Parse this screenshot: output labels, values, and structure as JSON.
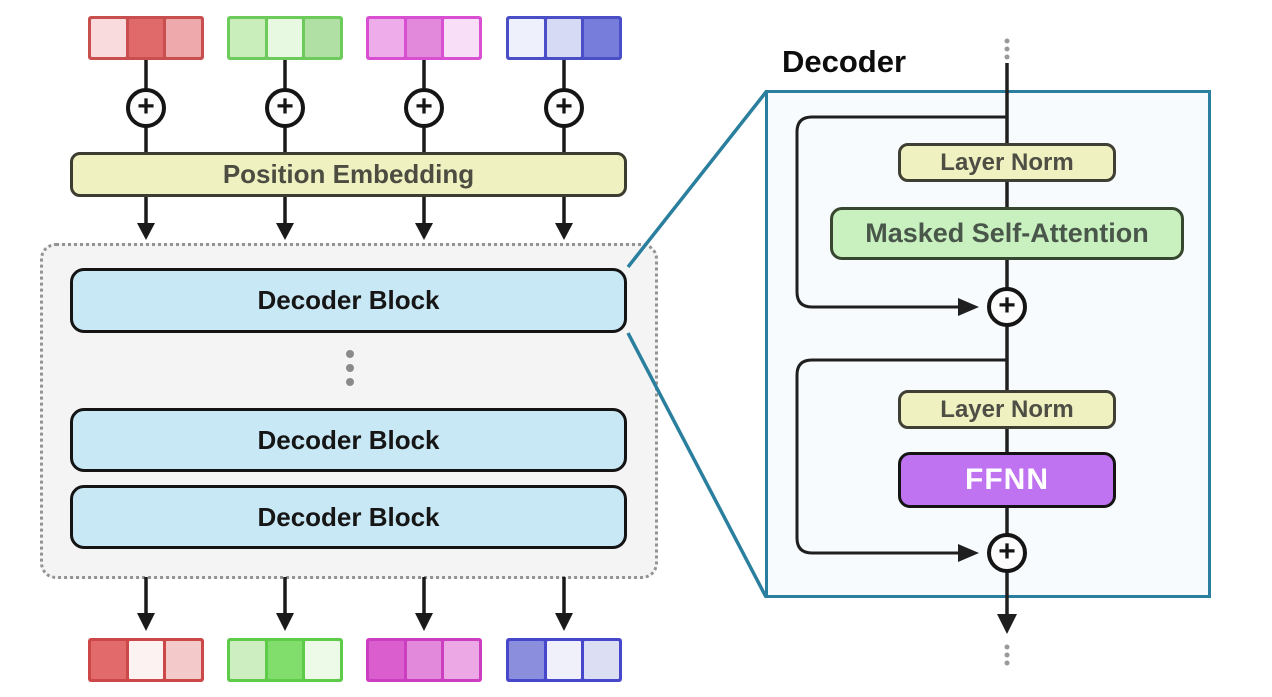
{
  "title": "Decoder",
  "colors": {
    "teal_accent": "#2b7f9e",
    "stack_bg": "#f4f4f5",
    "detail_bg": "#f8fbfd",
    "decoder_block_fill": "#c9e8f5",
    "layer_norm_fill": "#eff1c1",
    "attention_fill": "#c9f0bf",
    "ffnn_fill": "#c073f0",
    "position_embedding_fill": "#eff1c1"
  },
  "icons": {
    "plus": "+"
  },
  "position_embedding": {
    "label": "Position Embedding"
  },
  "decoder_stack": {
    "blocks": [
      {
        "label": "Decoder Block"
      },
      {
        "label": "Decoder Block"
      },
      {
        "label": "Decoder Block"
      }
    ]
  },
  "decoder_detail": {
    "title": "Decoder",
    "layer_norm_1": "Layer Norm",
    "masked_self_attention": "Masked Self-Attention",
    "layer_norm_2": "Layer Norm",
    "ffnn": "FFNN"
  },
  "tokens": {
    "top": [
      {
        "name": "red",
        "border": "#c94f4f",
        "cells": [
          "#f9dbde",
          "#e06a6a",
          "#eda9ab"
        ]
      },
      {
        "name": "green",
        "border": "#6dcb5c",
        "cells": [
          "#c9eebb",
          "#e8f9e2",
          "#b0e0a3"
        ]
      },
      {
        "name": "magenta",
        "border": "#d94fd1",
        "cells": [
          "#efaceb",
          "#e289dc",
          "#f9def7"
        ]
      },
      {
        "name": "blue",
        "border": "#4a4fc7",
        "cells": [
          "#eef0fb",
          "#d7daf5",
          "#767ddb"
        ]
      }
    ],
    "bottom": [
      {
        "name": "red",
        "border": "#cc4848",
        "cells": [
          "#e26a6a",
          "#fdf2f2",
          "#f3c9c9"
        ]
      },
      {
        "name": "green",
        "border": "#5ecc4a",
        "cells": [
          "#cdeec0",
          "#81dd6c",
          "#eefae8"
        ]
      },
      {
        "name": "magenta",
        "border": "#cc3ec0",
        "cells": [
          "#da5ecd",
          "#e289dc",
          "#eca8e4"
        ]
      },
      {
        "name": "blue",
        "border": "#4747cc",
        "cells": [
          "#8a8edd",
          "#eff0f9",
          "#dcdef4"
        ]
      }
    ]
  }
}
